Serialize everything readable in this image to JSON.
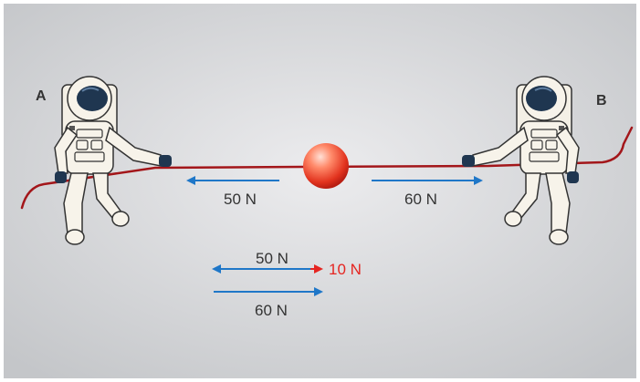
{
  "labels": {
    "astronaut_a": "A",
    "astronaut_b": "B"
  },
  "forces": {
    "left_pull": "50 N",
    "right_pull": "60 N",
    "sum_left": "50 N",
    "sum_net": "10 N",
    "sum_right": "60 N"
  },
  "colors": {
    "background_light": "#eaebed",
    "background_dark": "#c6c8cb",
    "rope": "#a3161a",
    "arrow_blue": "#1f77c8",
    "arrow_red": "#e52521",
    "suit": "#f7f3ea",
    "visor": "#1f3650",
    "gloves": "#1f3650"
  }
}
